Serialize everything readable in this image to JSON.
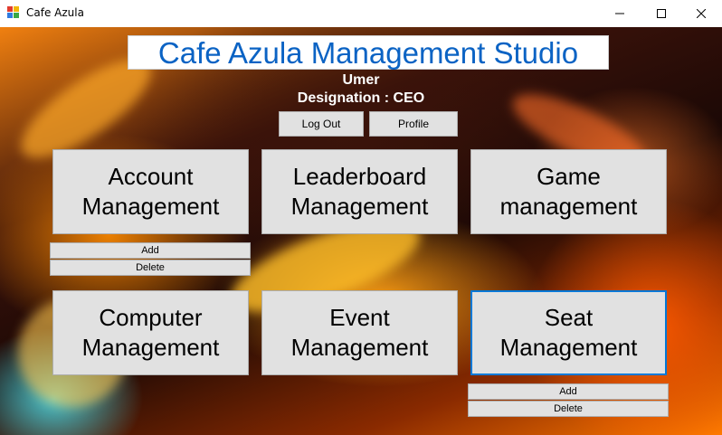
{
  "window": {
    "title": "Cafe Azula"
  },
  "header": {
    "app_title": "Cafe Azula Management Studio",
    "user_name": "Umer",
    "designation": "Designation : CEO"
  },
  "actions": {
    "logout": "Log Out",
    "profile": "Profile"
  },
  "tiles": {
    "account": "Account\nManagement",
    "leaderboard": "Leaderboard\nManagement",
    "game": "Game\nmanagement",
    "computer": "Computer\nManagement",
    "event": "Event\nManagement",
    "seat": "Seat\nManagement"
  },
  "account_actions": {
    "add": "Add",
    "delete": "Delete"
  },
  "seat_actions": {
    "add": "Add",
    "delete": "Delete"
  },
  "colors": {
    "title_blue": "#0b63c4",
    "focus_border": "#0078d7",
    "button_face": "#e1e1e1"
  }
}
